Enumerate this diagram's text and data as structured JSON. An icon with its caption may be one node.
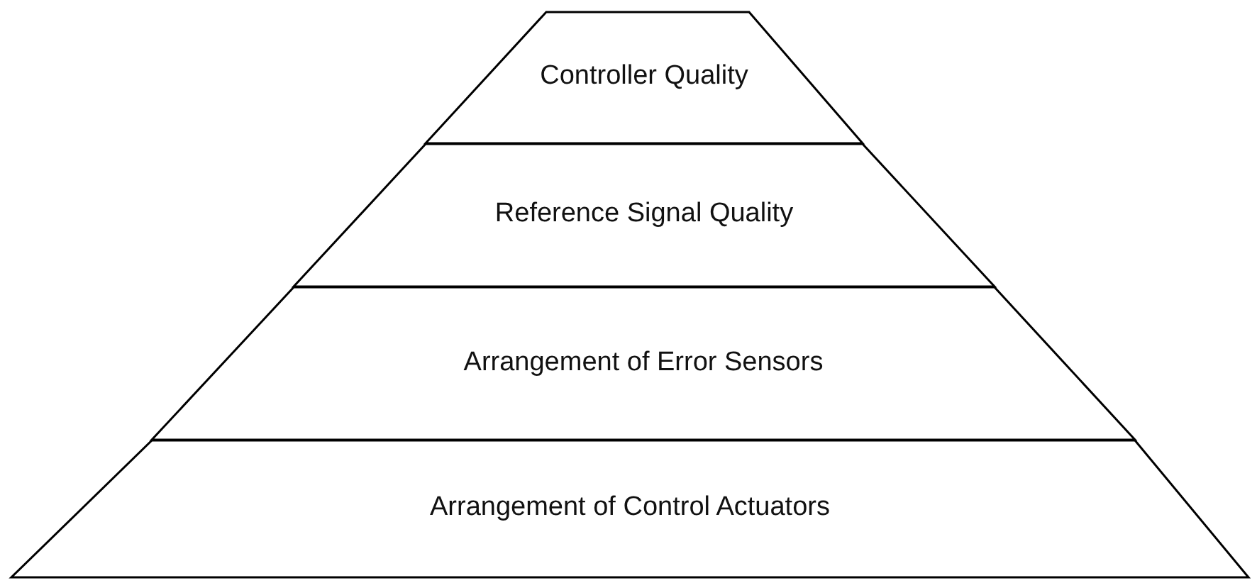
{
  "diagram": {
    "nodes": [
      {
        "text": [
          "Controller Quality"
        ]
      },
      {
        "text": [
          "Reference Signal Quality"
        ]
      },
      {
        "text": [
          "Arrangement of Error Sensors"
        ]
      },
      {
        "text": [
          "Arrangement of Control Actuators"
        ]
      }
    ]
  }
}
